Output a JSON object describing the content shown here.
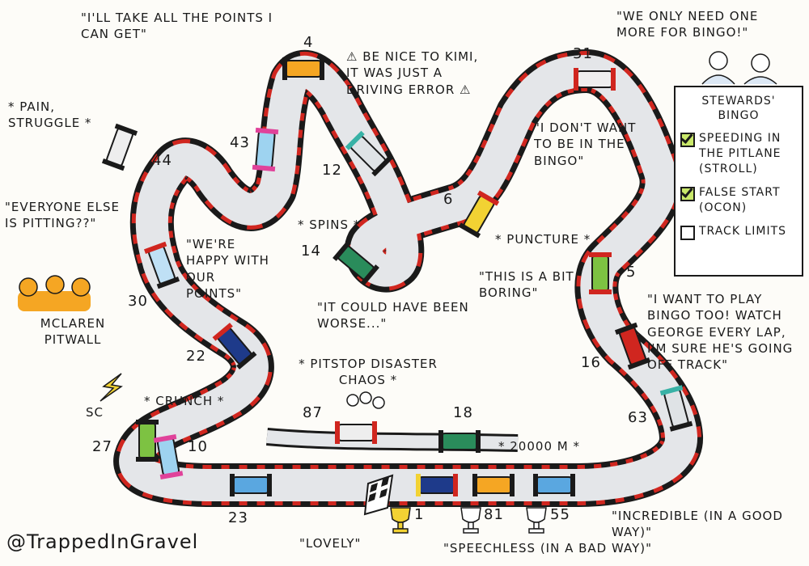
{
  "quotes": {
    "q1": "\"I'll take all the points I can get\"",
    "q2": "⚠ Be nice to Kimi, it was just a driving error ⚠",
    "q3": "\"We only need one more for Bingo!\"",
    "q4": "* Pain, struggle *",
    "q5": "\"I don't want to be in the bingo\"",
    "q6": "\"Everyone else is pitting??\"",
    "q7": "\"We're happy with our points\"",
    "q8": "* Spins *",
    "q9": "* Puncture *",
    "q10": "\"This is a bit boring\"",
    "q11": "\"It could have been worse...\"",
    "q12": "\"I want to play Bingo too! Watch George every lap, I'm sure he's going off track\"",
    "q13": "* Pitstop disaster chaos *",
    "q14": "* Crunch *",
    "q15": "* 20000 M *",
    "q16": "\"Lovely\"",
    "q17": "\"Speechless (in a bad way)\"",
    "q18": "\"Incredible (in a good way)\""
  },
  "pitwall_label": "McLaren pitwall",
  "sc_label": "SC",
  "stewards": {
    "title": "Stewards' Bingo",
    "items": [
      {
        "text": "Speeding in the pitlane (Stroll)",
        "checked": true
      },
      {
        "text": "False start (Ocon)",
        "checked": true
      },
      {
        "text": "Track limits",
        "checked": false
      }
    ]
  },
  "cars": {
    "c4": "4",
    "c44": "44",
    "c43": "43",
    "c12": "12",
    "c31": "31",
    "c6": "6",
    "c14": "14",
    "c30": "30",
    "c5": "5",
    "c22": "22",
    "c16": "16",
    "c87": "87",
    "c18": "18",
    "c63": "63",
    "c27": "27",
    "c10": "10",
    "c23": "23"
  },
  "podium": {
    "p1": "1",
    "p2": "81",
    "p3": "55"
  },
  "signature": "@TrappedInGravel",
  "colors": {
    "ink": "#1a1a1a",
    "track": "#e4e6e9",
    "kerb": "#d0261f",
    "gold": "#f2d233",
    "orange": "#f5a623"
  }
}
